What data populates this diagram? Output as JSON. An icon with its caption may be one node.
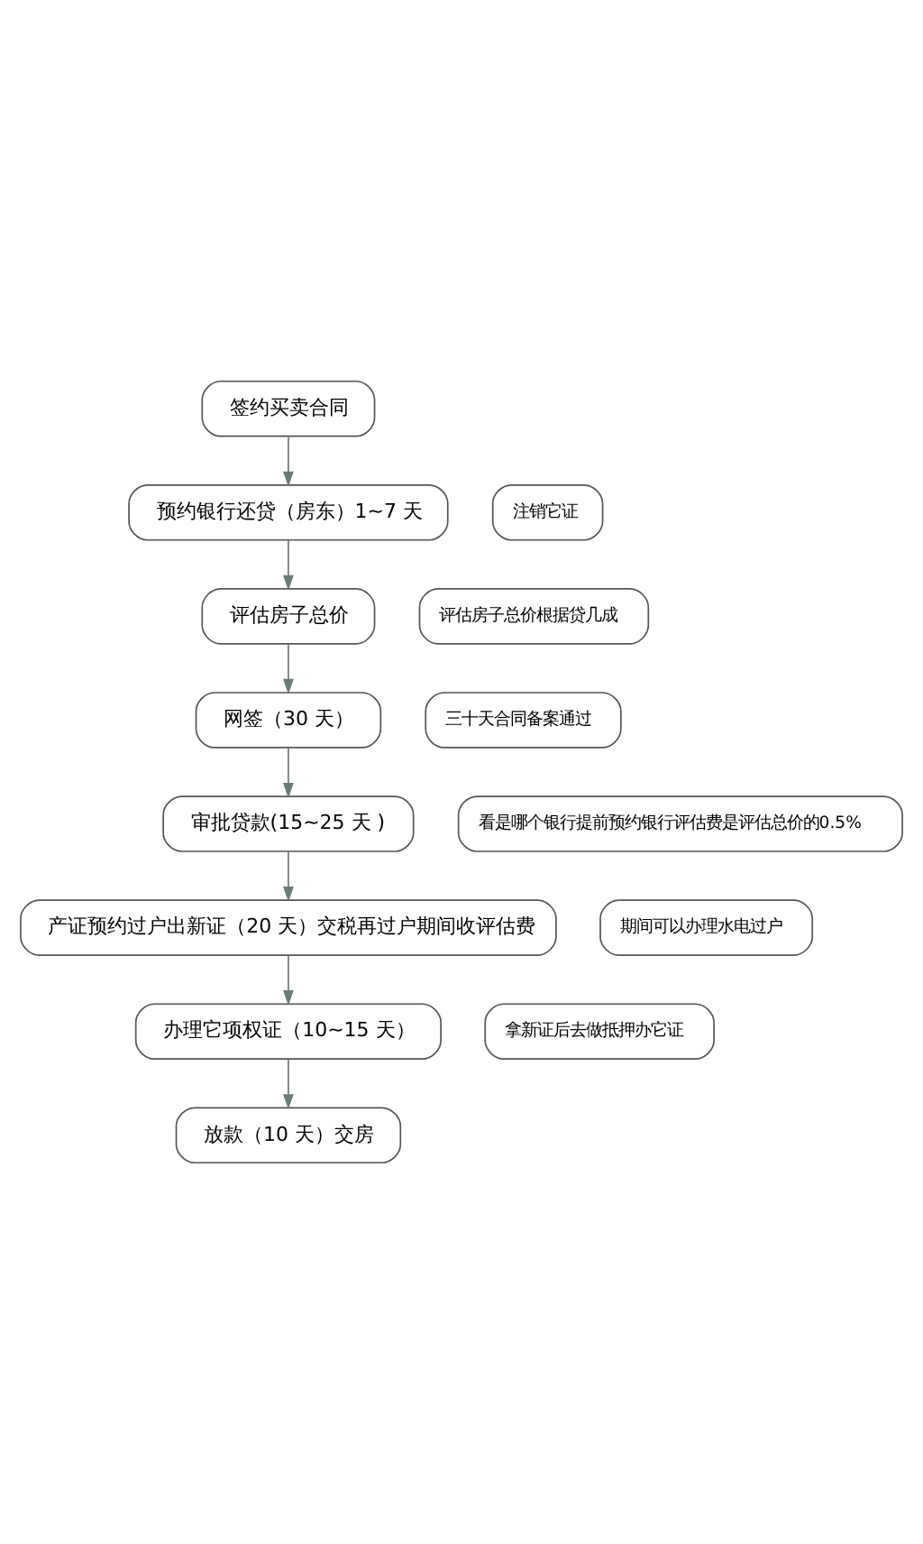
{
  "diagram": {
    "nodes": [
      {
        "text": [
          "签约买卖合同"
        ]
      },
      {
        "text": [
          "注销它证"
        ]
      },
      {
        "text": [
          "预约银行还贷（房东）1~7 天"
        ]
      },
      {
        "text": [
          "评估房子总价"
        ]
      },
      {
        "text": [
          "评估房子总价根据贷几成"
        ]
      },
      {
        "text": [
          "三十天合同备案通过"
        ]
      },
      {
        "text": [
          "网签（30 天）"
        ]
      },
      {
        "text": [
          "看是哪个银行提前预约银行评估费是评估总价的0.5%"
        ]
      },
      {
        "text": [
          "审批贷款(15~25 天 )"
        ]
      },
      {
        "text": [
          "期间可以办理水电过户"
        ]
      },
      {
        "text": [
          "产证预约过户出新证（20 天）交税再过户期间收评估费"
        ]
      },
      {
        "text": [
          "拿新证后去做抵押办它证"
        ]
      },
      {
        "text": [
          "办理它项权证（10~15 天）"
        ]
      },
      {
        "text": [
          "放款（10 天）交房"
        ]
      }
    ],
    "edges": [
      {
        "from": 0,
        "to": 2,
        "arrow": "to"
      },
      {
        "from": 2,
        "to": 3,
        "arrow": "to"
      },
      {
        "from": 3,
        "to": 6,
        "arrow": "to"
      },
      {
        "from": 6,
        "to": 8,
        "arrow": "to"
      },
      {
        "from": 8,
        "to": 10,
        "arrow": "to"
      },
      {
        "from": 10,
        "to": 12,
        "arrow": "to"
      },
      {
        "from": 12,
        "to": 13,
        "arrow": "to"
      }
    ]
  }
}
